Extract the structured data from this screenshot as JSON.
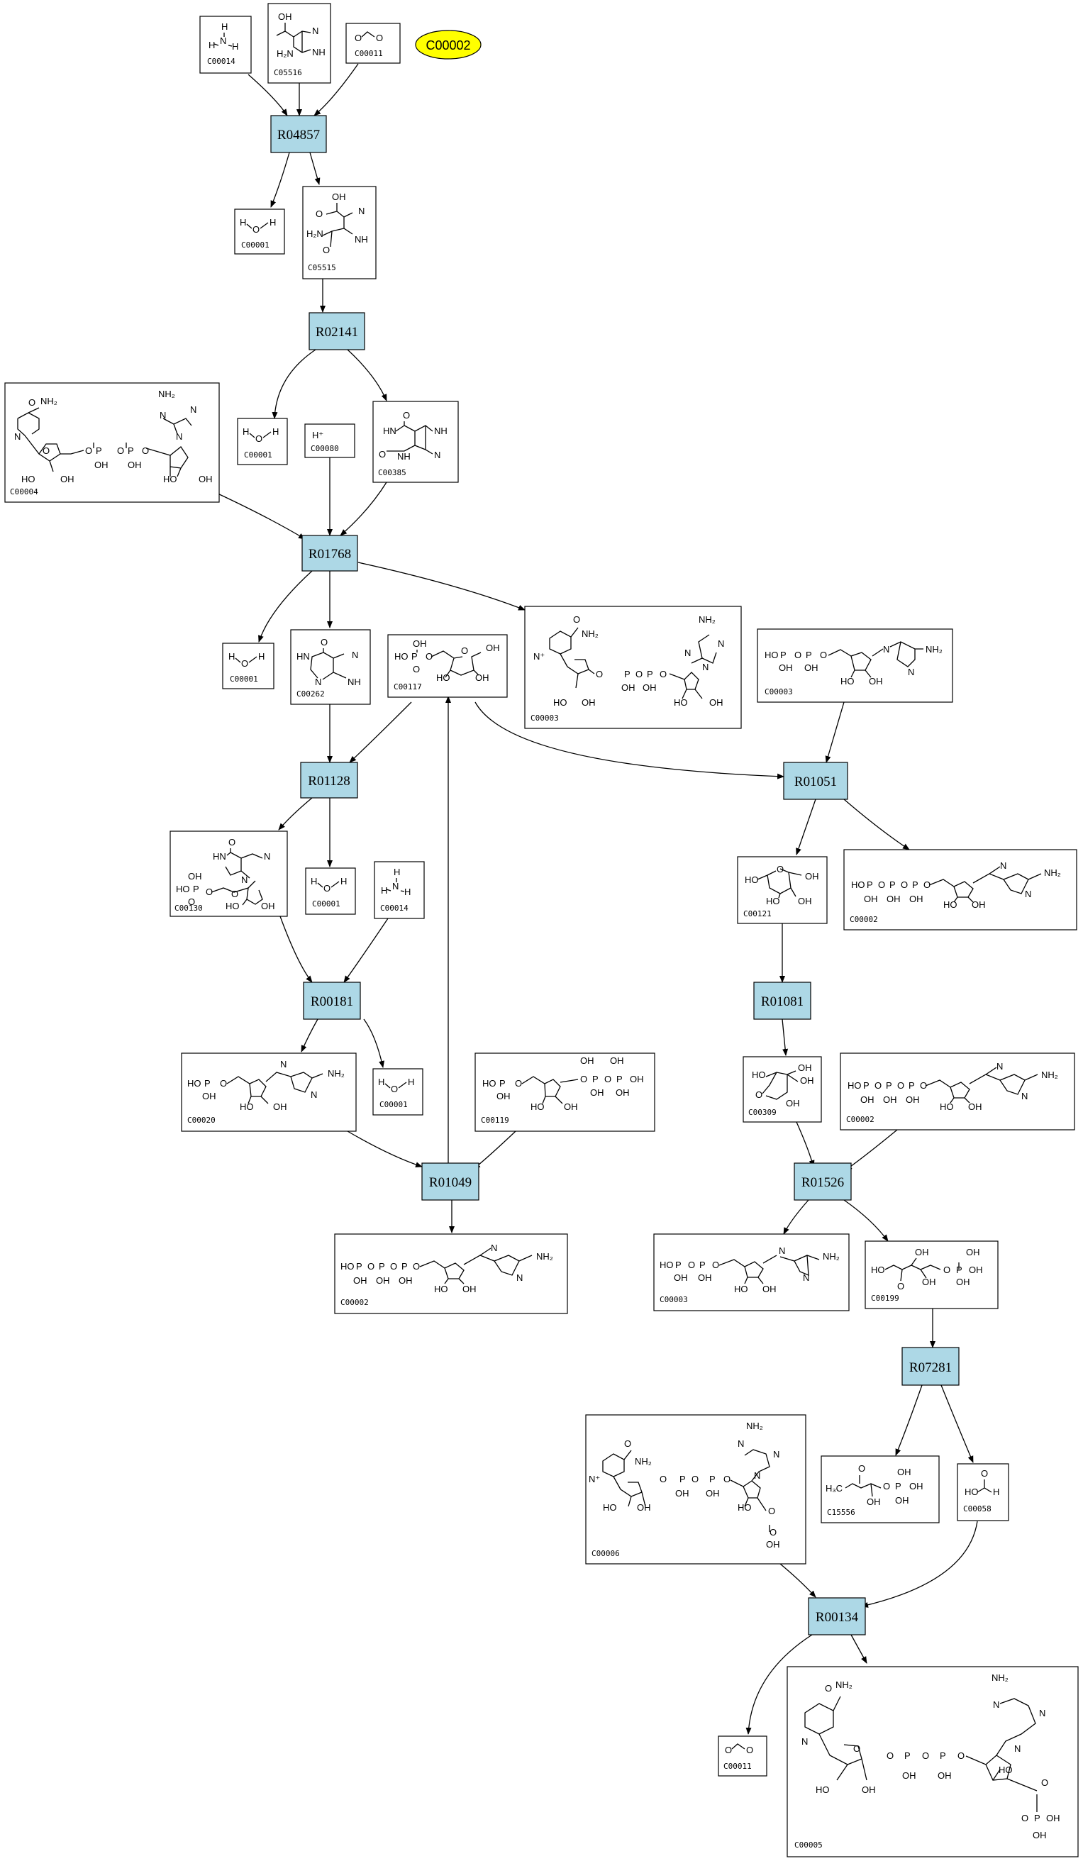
{
  "legend": {
    "label": "C00002",
    "color": "#ffff00"
  },
  "reactions": {
    "R04857": "R04857",
    "R02141": "R02141",
    "R01768": "R01768",
    "R01128": "R01128",
    "R01051": "R01051",
    "R01081": "R01081",
    "R00181": "R00181",
    "R01049": "R01049",
    "R01526": "R01526",
    "R07281": "R07281",
    "R00134": "R00134"
  },
  "compounds": {
    "c14a": "C00014",
    "c05516": "C05516",
    "c11a": "C00011",
    "c01a": "C00001",
    "c05515": "C05515",
    "c04": "C00004",
    "c01b": "C00001",
    "c80": "C00080",
    "c385": "C00385",
    "c01c": "C00001",
    "c262": "C00262",
    "c117": "C00117",
    "c03a": "C00003",
    "c03b": "C00003",
    "c130": "C00130",
    "c01d": "C00001",
    "c14b": "C00014",
    "c121": "C00121",
    "c02a": "C00002",
    "c20": "C00020",
    "c01e": "C00001",
    "c119": "C00119",
    "c309": "C00309",
    "c02b": "C00002",
    "c02c": "C00002",
    "c03c": "C00003",
    "c199": "C00199",
    "c15556": "C15556",
    "c58": "C00058",
    "c06": "C00006",
    "c11b": "C00011",
    "c05": "C00005"
  },
  "atoms": {
    "H": "H",
    "N": "N",
    "O": "O",
    "OH": "OH",
    "HO": "HO",
    "P": "P",
    "NH": "NH",
    "NH2": "NH2",
    "H2N": "H₂N",
    "NH2sub": "NH₂",
    "HOP": "HO",
    "Hplus": "H⁺",
    "H3C": "H₃C",
    "Nplus": "N⁺",
    "HN": "HN"
  }
}
